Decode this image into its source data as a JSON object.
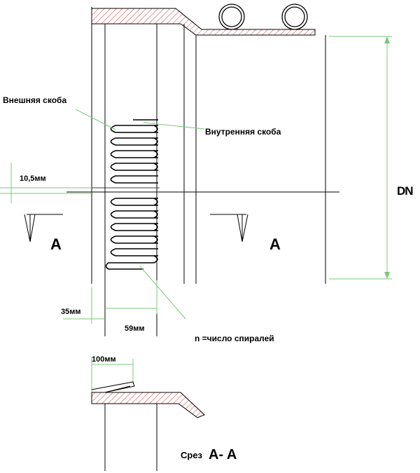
{
  "labels": {
    "outer_bracket": "Внешняя скоба",
    "inner_bracket": "Внутренняя скоба",
    "gap": "10,5мм",
    "section_left": "A",
    "section_right": "A",
    "diameter": "DN",
    "dim_35": "35мм",
    "dim_59": "59мм",
    "spiral_count": "n =число спиралей",
    "dim_100": "100мм",
    "section_caption": "Срез",
    "section_caption_letters": "A- A"
  },
  "colors": {
    "line": "#000000",
    "hatch": "#d04040",
    "leader": "#78c878"
  }
}
